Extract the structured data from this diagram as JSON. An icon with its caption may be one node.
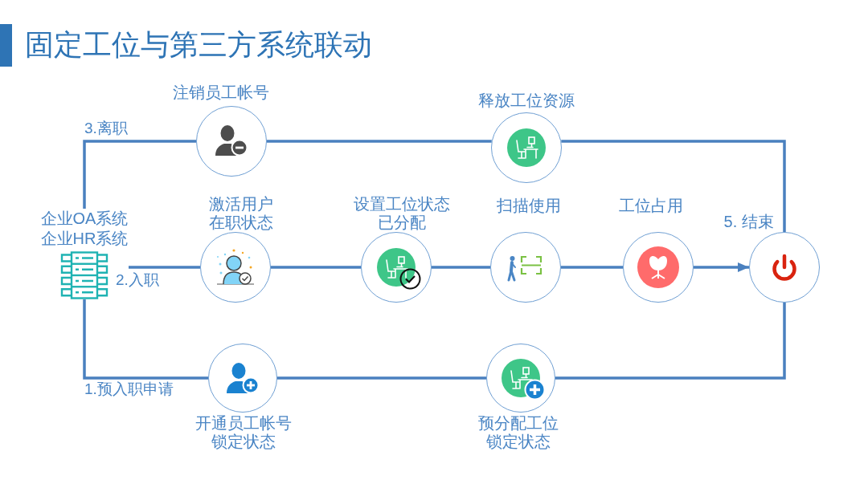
{
  "diagram": {
    "title": "固定工位与第三方系统联动",
    "nodes": [
      {
        "text": [
          "企业OA系统",
          "企业HR系统"
        ]
      },
      {
        "text": [
          "注销员工帐号"
        ]
      },
      {
        "text": [
          "释放工位资源"
        ]
      },
      {
        "text": [
          "激活用户在职状态"
        ]
      },
      {
        "text": [
          "设置工位状态已分配"
        ]
      },
      {
        "text": [
          "扫描使用"
        ]
      },
      {
        "text": [
          "工位占用"
        ]
      },
      {
        "text": [
          "5. 结束"
        ]
      },
      {
        "text": [
          "开通员工帐号锁定状态"
        ]
      },
      {
        "text": [
          "预分配工位锁定状态"
        ]
      }
    ],
    "edges": [
      {
        "from": 0,
        "to": 1,
        "arrow": "none",
        "label": "3.离职"
      },
      {
        "from": 1,
        "to": 2,
        "arrow": "none"
      },
      {
        "from": 2,
        "to": 7,
        "arrow": "none"
      },
      {
        "from": 0,
        "to": 3,
        "arrow": "none",
        "label": "2.入职"
      },
      {
        "from": 3,
        "to": 4,
        "arrow": "none"
      },
      {
        "from": 4,
        "to": 5,
        "arrow": "none"
      },
      {
        "from": 5,
        "to": 6,
        "arrow": "none"
      },
      {
        "from": 6,
        "to": 7,
        "arrow": "to"
      },
      {
        "from": 0,
        "to": 8,
        "arrow": "none",
        "label": "1.预入职申请"
      },
      {
        "from": 8,
        "to": 9,
        "arrow": "none"
      },
      {
        "from": 9,
        "to": 7,
        "arrow": "none"
      }
    ]
  }
}
